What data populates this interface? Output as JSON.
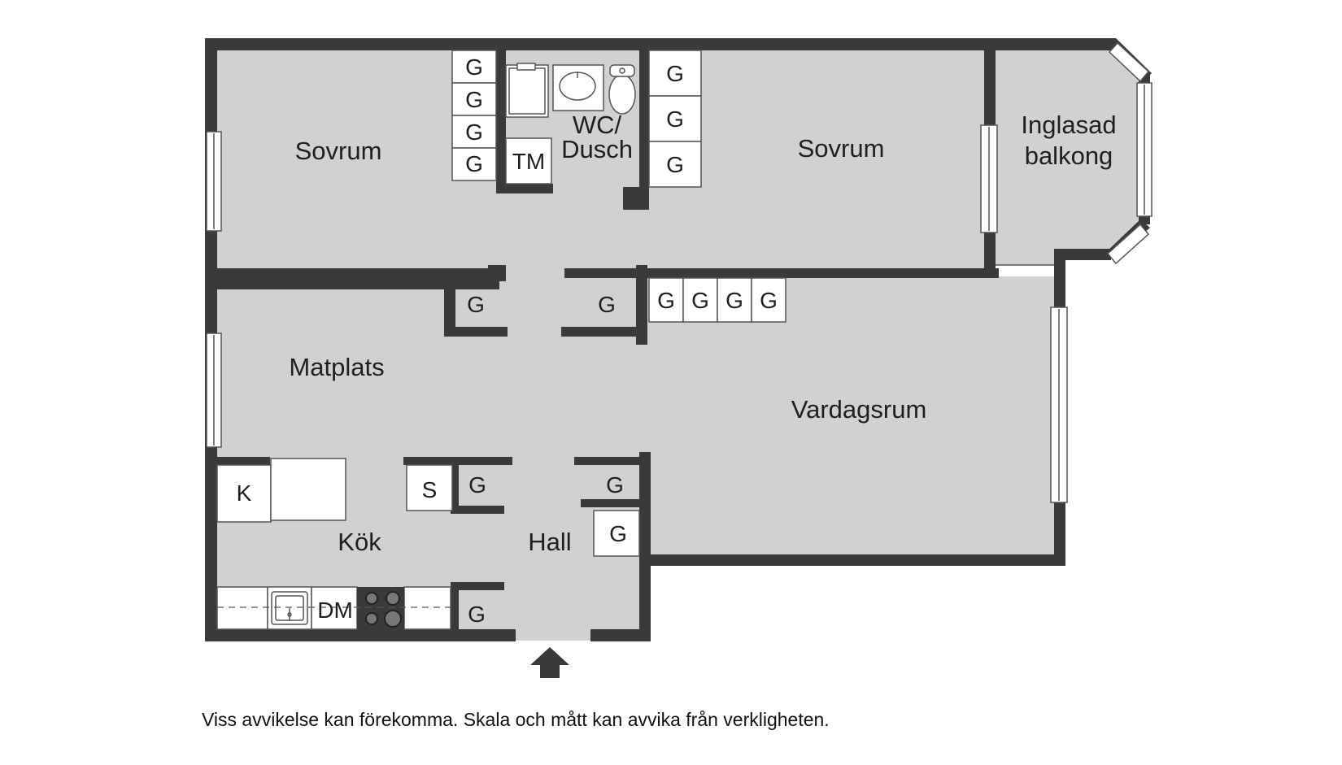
{
  "colors": {
    "wall": "#3a3a3a",
    "floor": "#d1d1d1",
    "fixture": "#ffffff",
    "line": "#555555",
    "text": "#1f1f1f"
  },
  "rooms": {
    "bedroom_left": "Sovrum",
    "bedroom_right": "Sovrum",
    "bathroom_line1": "WC/",
    "bathroom_line2": "Dusch",
    "balcony_line1": "Inglasad",
    "balcony_line2": "balkong",
    "dining": "Matplats",
    "living": "Vardagsrum",
    "kitchen": "Kök",
    "hall": "Hall"
  },
  "fixtures": {
    "wardrobe": "G",
    "washing_machine": "TM",
    "fridge": "K",
    "dishwasher": "DM",
    "storage": "S"
  },
  "entrance": {
    "icon": "arrow-up-icon"
  },
  "disclaimer": "Viss avvikelse kan förekomma. Skala och mått kan avvika från verkligheten."
}
